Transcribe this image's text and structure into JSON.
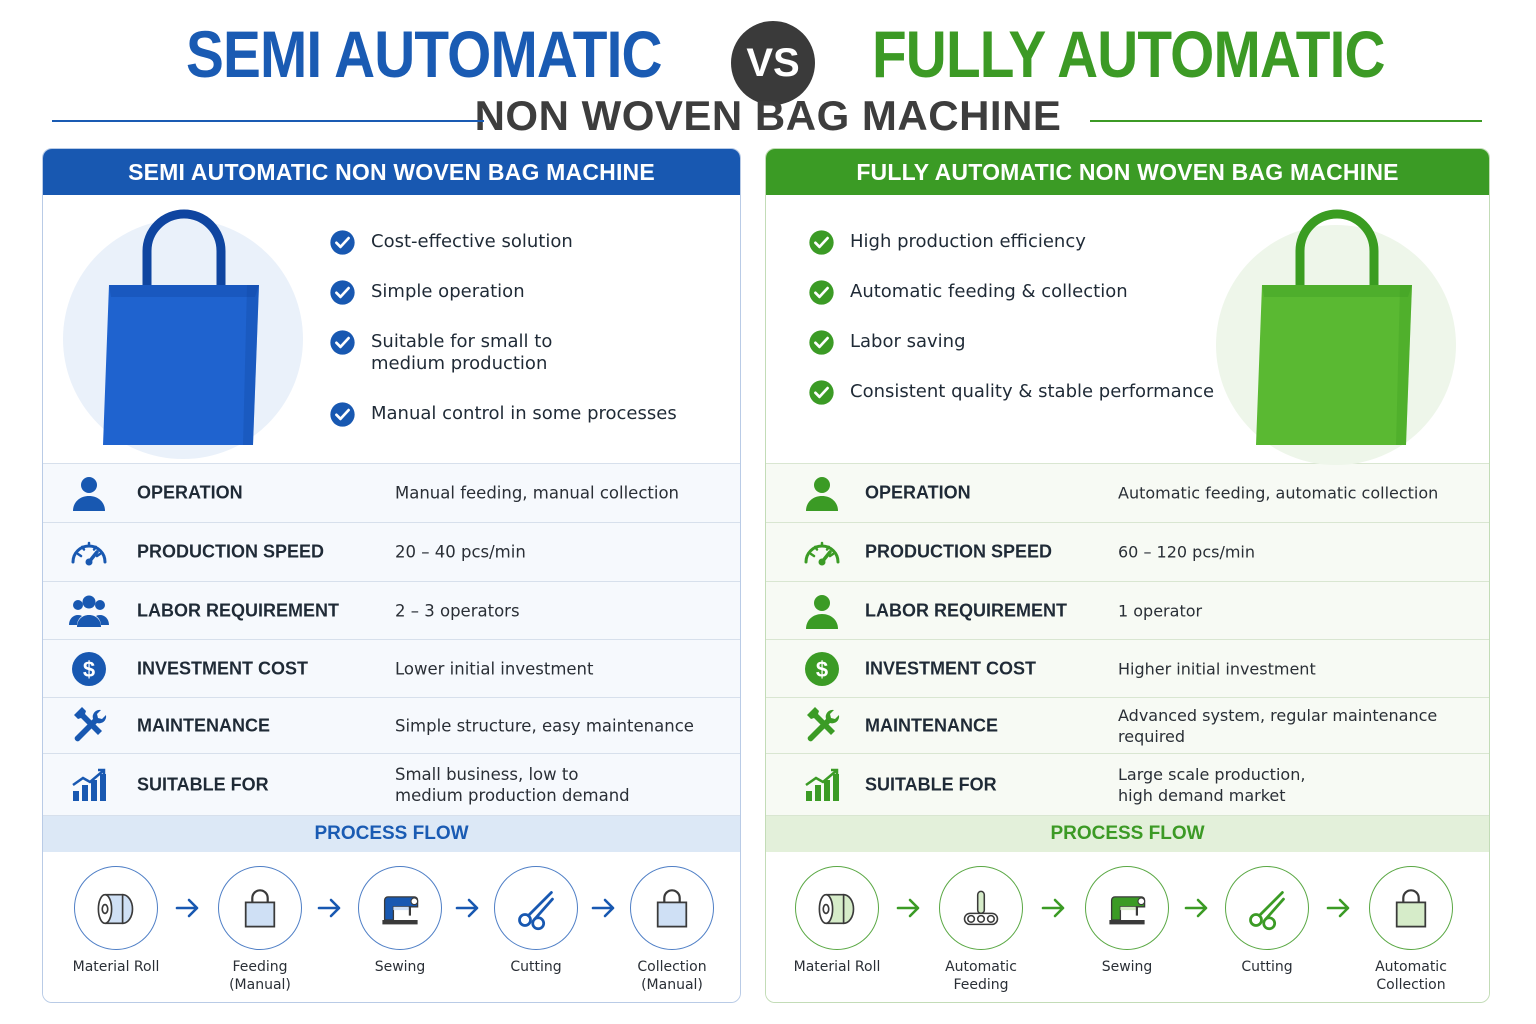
{
  "header": {
    "left_title": "SEMI AUTOMATIC",
    "vs": "VS",
    "right_title": "FULLY AUTOMATIC",
    "subtitle": "NON WOVEN BAG MACHINE"
  },
  "colors": {
    "semi_blue": "#1858b1",
    "full_green": "#3b9b25",
    "vs_dark": "#3a3a3a"
  },
  "semi": {
    "title": "SEMI AUTOMATIC NON WOVEN BAG MACHINE",
    "features": [
      "Cost-effective solution",
      "Simple operation",
      "Suitable for small to\nmedium production",
      "Manual control in some processes"
    ],
    "specs": [
      {
        "icon": "person-icon",
        "label": "OPERATION",
        "value": "Manual feeding, manual collection"
      },
      {
        "icon": "speedometer-icon",
        "label": "PRODUCTION SPEED",
        "value": "20 – 40 pcs/min"
      },
      {
        "icon": "group-icon",
        "label": "LABOR REQUIREMENT",
        "value": "2 – 3 operators"
      },
      {
        "icon": "dollar-icon",
        "label": "INVESTMENT COST",
        "value": "Lower initial investment"
      },
      {
        "icon": "tools-icon",
        "label": "MAINTENANCE",
        "value": "Simple structure, easy maintenance"
      },
      {
        "icon": "growth-chart-icon",
        "label": "SUITABLE FOR",
        "value": "Small business, low to\nmedium production demand"
      }
    ],
    "flow_title": "PROCESS FLOW",
    "flow": [
      {
        "icon": "material-roll-icon",
        "label": "Material Roll"
      },
      {
        "icon": "bag-icon",
        "label": "Feeding\n(Manual)"
      },
      {
        "icon": "sewing-machine-icon",
        "label": "Sewing"
      },
      {
        "icon": "scissors-icon",
        "label": "Cutting"
      },
      {
        "icon": "bag-icon",
        "label": "Collection\n(Manual)"
      }
    ]
  },
  "full": {
    "title": "FULLY AUTOMATIC NON WOVEN BAG MACHINE",
    "features": [
      "High production efficiency",
      "Automatic feeding & collection",
      "Labor saving",
      "Consistent quality & stable performance"
    ],
    "specs": [
      {
        "icon": "person-icon",
        "label": "OPERATION",
        "value": "Automatic feeding, automatic collection"
      },
      {
        "icon": "speedometer-icon",
        "label": "PRODUCTION SPEED",
        "value": "60 – 120 pcs/min"
      },
      {
        "icon": "person-icon",
        "label": "LABOR REQUIREMENT",
        "value": "1 operator"
      },
      {
        "icon": "dollar-icon",
        "label": "INVESTMENT COST",
        "value": "Higher initial investment"
      },
      {
        "icon": "tools-icon",
        "label": "MAINTENANCE",
        "value": "Advanced system, regular maintenance required"
      },
      {
        "icon": "growth-chart-icon",
        "label": "SUITABLE FOR",
        "value": "Large scale production,\nhigh demand market"
      }
    ],
    "flow_title": "PROCESS FLOW",
    "flow": [
      {
        "icon": "material-roll-icon",
        "label": "Material Roll"
      },
      {
        "icon": "auto-feeder-icon",
        "label": "Automatic\nFeeding"
      },
      {
        "icon": "sewing-machine-icon",
        "label": "Sewing"
      },
      {
        "icon": "scissors-icon",
        "label": "Cutting"
      },
      {
        "icon": "bag-icon",
        "label": "Automatic\nCollection"
      }
    ]
  }
}
